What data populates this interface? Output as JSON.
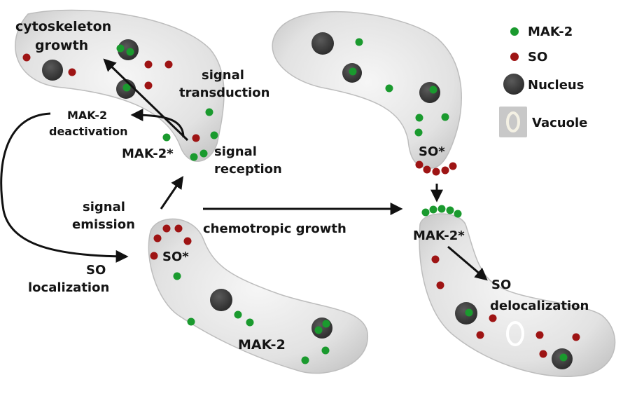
{
  "legend": {
    "mak2": "MAK-2",
    "so": "SO",
    "nucleus": "Nucleus",
    "vacuole": "Vacuole"
  },
  "labels": {
    "cytoskeleton_line1": "cytoskeleton",
    "cytoskeleton_line2": "growth",
    "signal_transduction_line1": "signal",
    "signal_transduction_line2": "transduction",
    "mak2_deactivation_line1": "MAK-2",
    "mak2_deactivation_line2": "deactivation",
    "mak2_star_left": "MAK-2*",
    "signal_reception_line1": "signal",
    "signal_reception_line2": "reception",
    "signal_emission_line1": "signal",
    "signal_emission_line2": "emission",
    "so_star_left": "SO*",
    "so_localization_line1": "SO",
    "so_localization_line2": "localization",
    "mak2_bottom": "MAK-2",
    "chemotropic_growth": "chemotropic growth",
    "so_star_right": "SO*",
    "mak2_star_right": "MAK-2*",
    "so_delocalization_line1": "SO",
    "so_delocalization_line2": "delocalization"
  },
  "colors": {
    "cell_fill": "#e6e6e6",
    "cell_edge": "#c4c4c4",
    "mak2_green": "#1a9a2e",
    "so_red": "#9e1414",
    "nucleus_dark": "#3c3c3c",
    "arrow": "#111111"
  }
}
